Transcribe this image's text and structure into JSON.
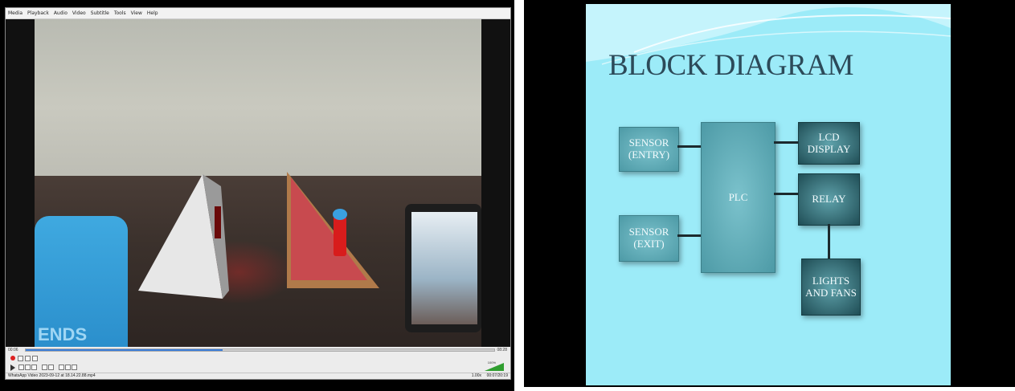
{
  "player": {
    "menu": [
      "Media",
      "Playback",
      "Audio",
      "Video",
      "Subtitle",
      "Tools",
      "View",
      "Help"
    ],
    "elapsed": "00:06",
    "total": "08:28",
    "progress": 0.42,
    "volume_label": "100%",
    "filename": "WhatsApp Video 2023-09-12 at 18.14.22.88.mp4",
    "speed": "1.00x",
    "timecode": "00:07/20:19",
    "speaker_text": "ENDS"
  },
  "slide": {
    "title": "BLOCK DIAGRAM",
    "blocks": {
      "sensor_entry": "SENSOR (ENTRY)",
      "sensor_exit": "SENSOR (EXIT)",
      "plc": "PLC",
      "lcd": "LCD DISPLAY",
      "relay": "RELAY",
      "lights": "LIGHTS AND FANS"
    },
    "colors": {
      "background": "#9cebf8",
      "title": "#2c4a59"
    }
  }
}
